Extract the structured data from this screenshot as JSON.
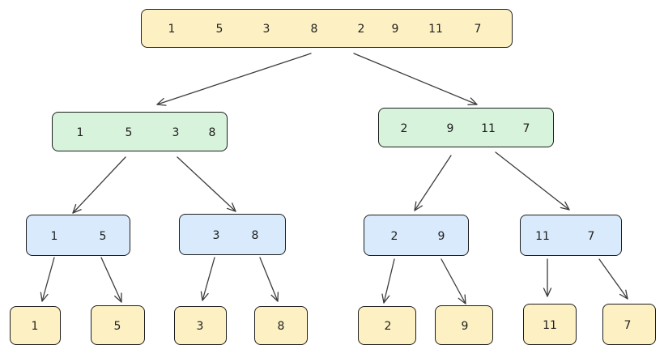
{
  "levels": [
    {
      "style": "yellow",
      "nodes": [
        [
          "1",
          "5",
          "3",
          "8",
          "2",
          "9",
          "11",
          "7"
        ]
      ]
    },
    {
      "style": "green",
      "nodes": [
        [
          "1",
          "5",
          "3",
          "8"
        ],
        [
          "2",
          "9",
          "11",
          "7"
        ]
      ]
    },
    {
      "style": "blue",
      "nodes": [
        [
          "1",
          "5"
        ],
        [
          "3",
          "8"
        ],
        [
          "2",
          "9"
        ],
        [
          "11",
          "7"
        ]
      ]
    },
    {
      "style": "yellow",
      "nodes": [
        [
          "1"
        ],
        [
          "5"
        ],
        [
          "3"
        ],
        [
          "8"
        ],
        [
          "2"
        ],
        [
          "9"
        ],
        [
          "11"
        ],
        [
          "7"
        ]
      ]
    }
  ],
  "colors": {
    "yellow": "#fdf1c4",
    "green": "#d8f3dc",
    "blue": "#d8eafb",
    "stroke": "#1e1e1e",
    "arrow": "#3c3c3c"
  }
}
